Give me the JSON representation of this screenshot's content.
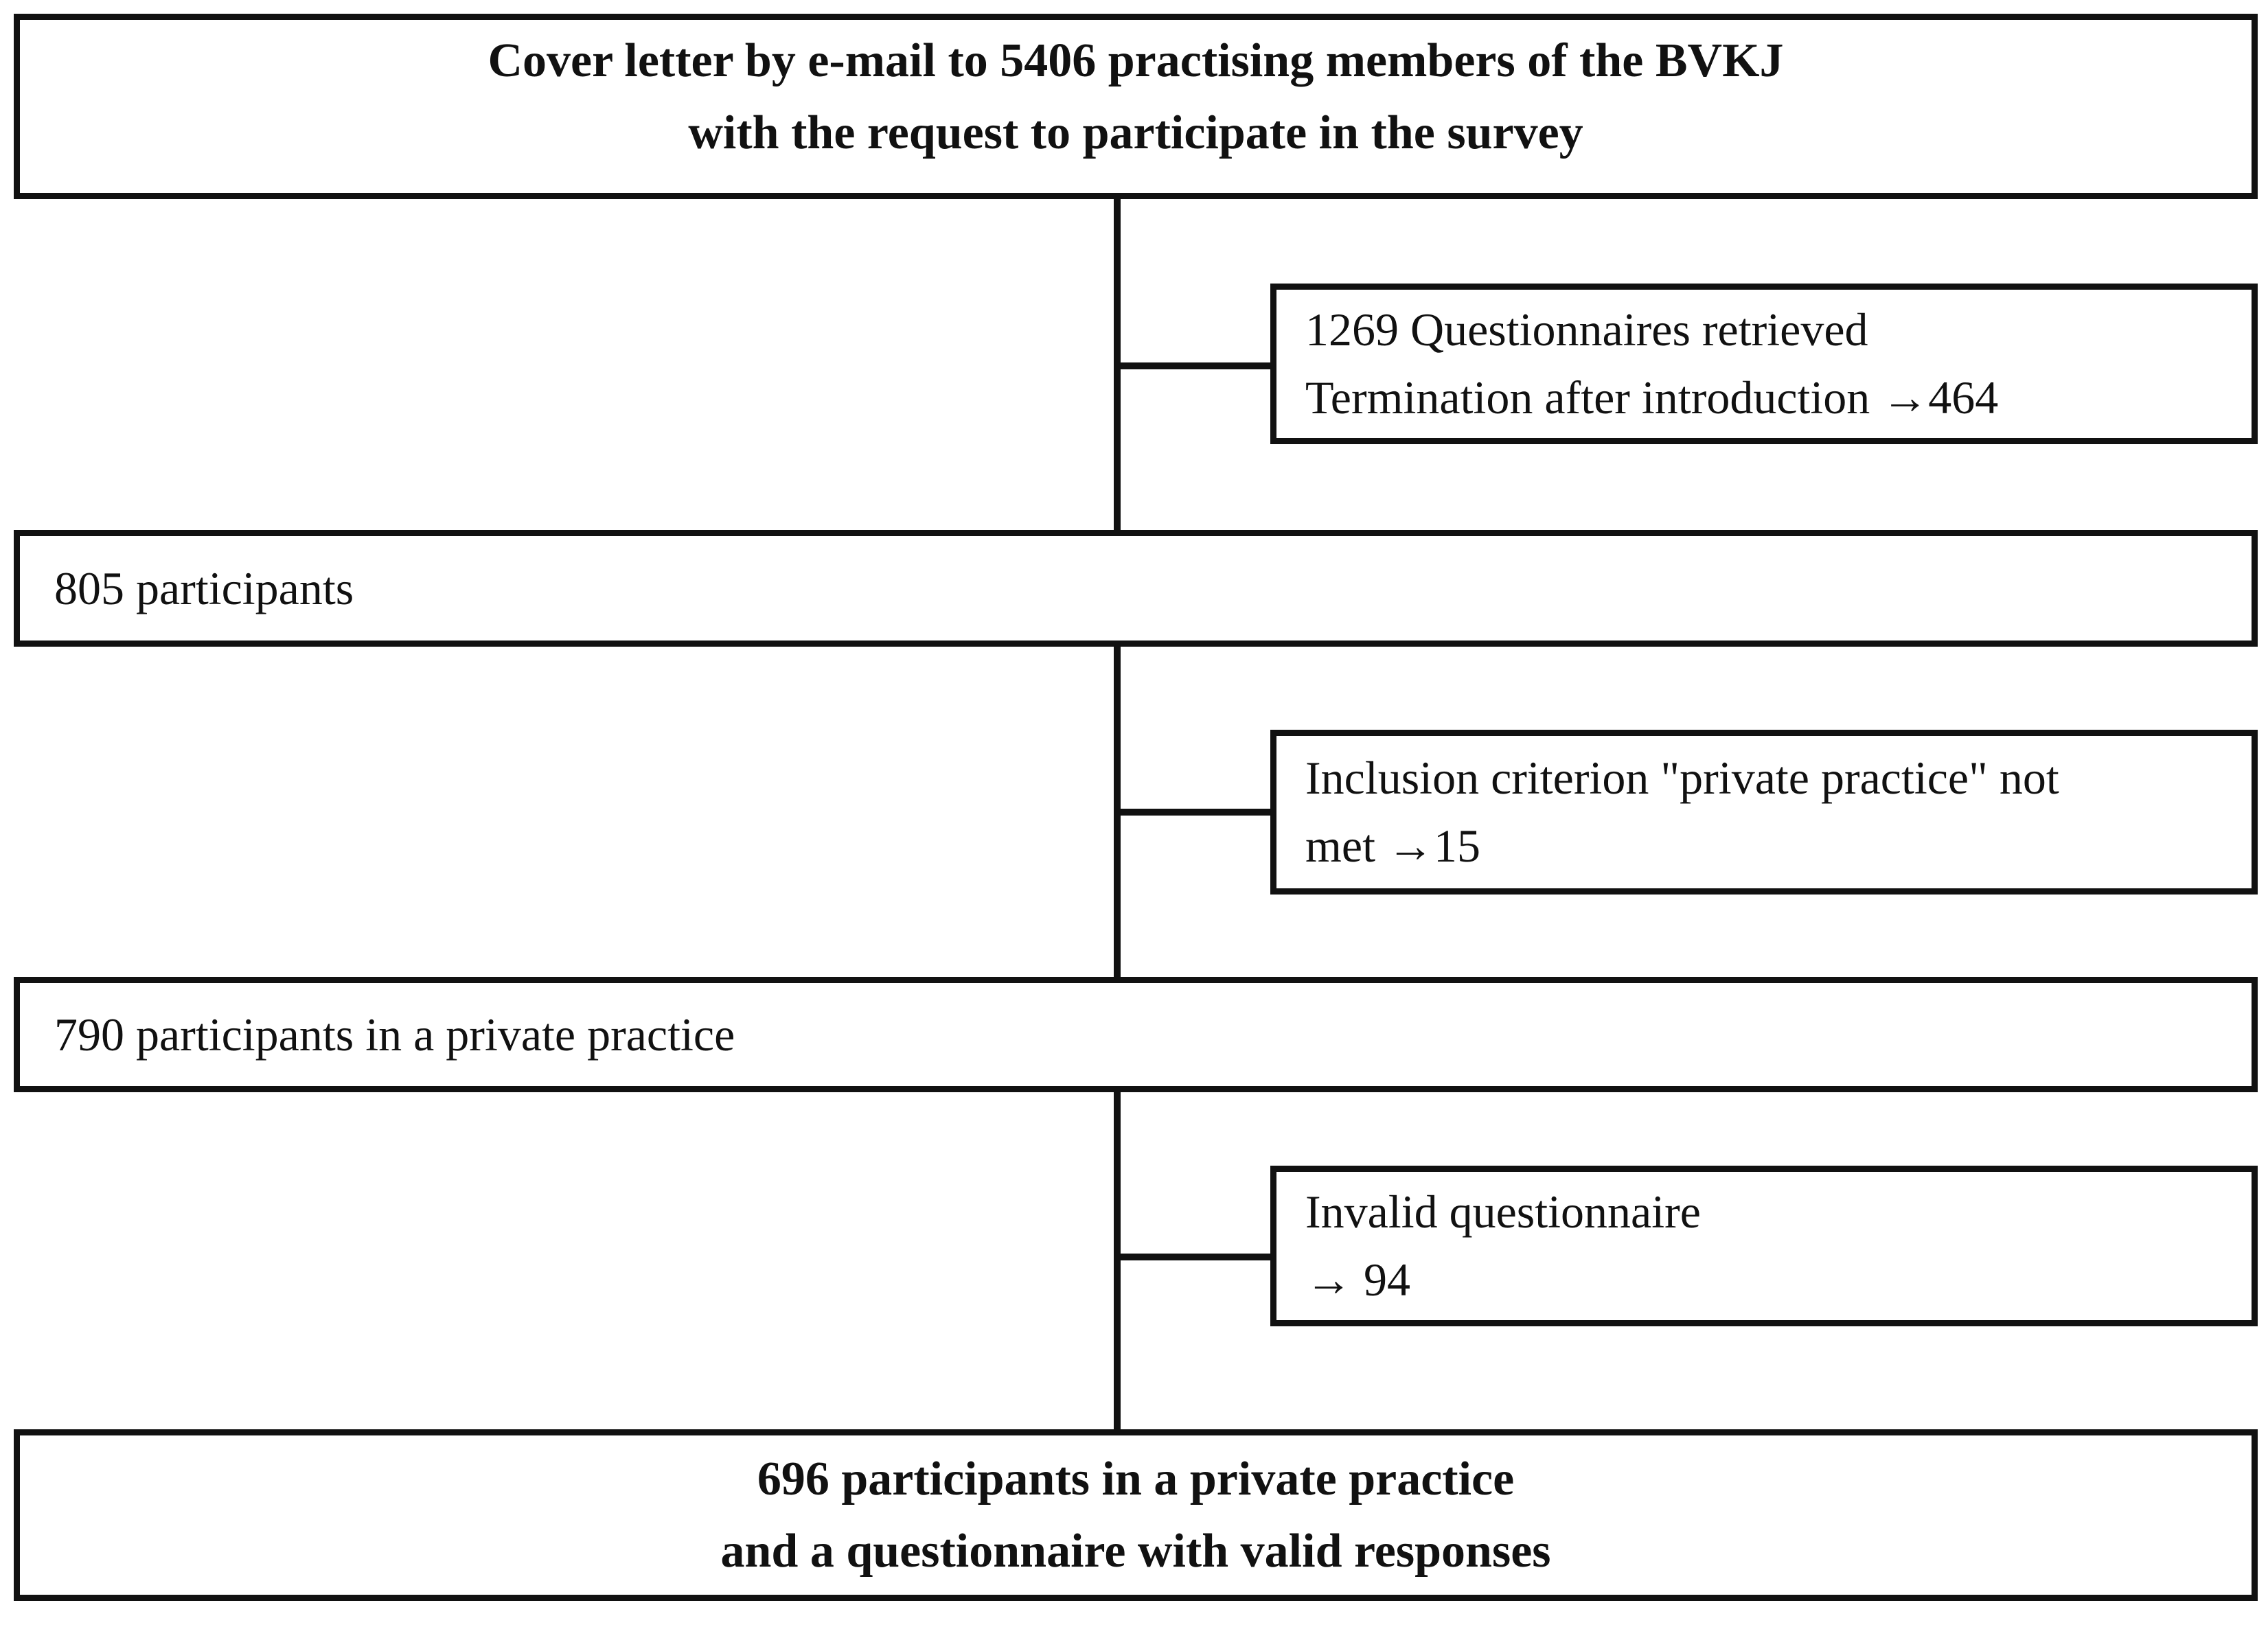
{
  "flowchart": {
    "cover_box": {
      "line1": "Cover letter by e-mail to 5406 practising members of the BVKJ",
      "line2": "with the request to participate in the survey"
    },
    "exclusion_box_1": {
      "line1": "1269 Questionnaires retrieved",
      "line2": "Termination after introduction →464"
    },
    "stage_box_1": {
      "text": "805 participants"
    },
    "exclusion_box_2": {
      "line1": "Inclusion criterion \"private practice\" not",
      "line2": "met →15"
    },
    "stage_box_2": {
      "text": "790 participants in a private practice"
    },
    "exclusion_box_3": {
      "line1": "Invalid questionnaire",
      "line2": "→ 94"
    },
    "final_box": {
      "line1": "696 participants in a private practice",
      "line2": "and a questionnaire with valid responses"
    }
  },
  "colors": {
    "line": "#111111",
    "text": "#111111",
    "background": "#ffffff"
  }
}
